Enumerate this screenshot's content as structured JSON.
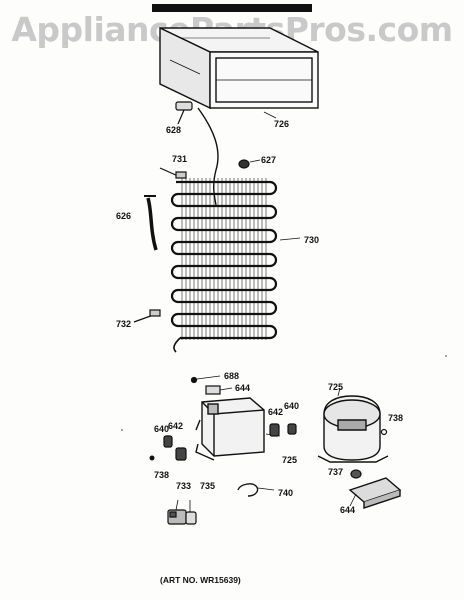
{
  "watermark": "AppliancePartsPros.com",
  "art_number": "(ART NO. WR15639)",
  "parts": {
    "p628": "628",
    "p726": "726",
    "p731": "731",
    "p627": "627",
    "p626": "626",
    "p730": "730",
    "p732": "732",
    "p688": "688",
    "p644_top": "644",
    "p725_right": "725",
    "p642_right": "642",
    "p640_right": "640",
    "p738_right": "738",
    "p640_left": "640",
    "p642_left": "642",
    "p738_left": "738",
    "p725_mid": "725",
    "p737": "737",
    "p733": "733",
    "p735": "735",
    "p740": "740",
    "p644_bottom": "644"
  }
}
